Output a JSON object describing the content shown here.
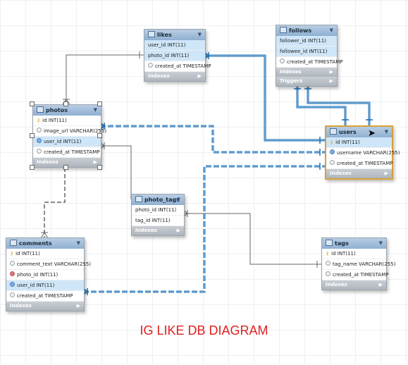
{
  "tables": {
    "likes": {
      "name": "likes",
      "columns": [
        "user_id INT(11)",
        "photo_id INT(11)",
        "created_at TIMESTAMP"
      ],
      "sections": [
        "Indexes"
      ]
    },
    "follows": {
      "name": "follows",
      "columns": [
        "follower_id INT(11)",
        "followee_id INT(11)",
        "created_at TIMESTAMP"
      ],
      "sections": [
        "Indexes",
        "Triggers"
      ]
    },
    "photos": {
      "name": "photos",
      "columns": [
        "id INT(11)",
        "image_url VARCHAR(255)",
        "user_id INT(11)",
        "created_at TIMESTAMP"
      ],
      "sections": [
        "Indexes"
      ]
    },
    "users": {
      "name": "users",
      "columns": [
        "id INT(11)",
        "username VARCHAR(255)",
        "created_at TIMESTAMP"
      ],
      "sections": [
        "Indexes"
      ]
    },
    "photo_tags": {
      "name": "photo_tags",
      "columns": [
        "photo_id INT(11)",
        "tag_id INT(11)"
      ],
      "sections": [
        "Indexes"
      ]
    },
    "comments": {
      "name": "comments",
      "columns": [
        "id INT(11)",
        "comment_text VARCHAR(255)",
        "photo_id INT(11)",
        "user_id INT(11)",
        "created_at TIMESTAMP"
      ],
      "sections": [
        "Indexes"
      ]
    },
    "tags": {
      "name": "tags",
      "columns": [
        "id INT(11)",
        "tag_name VARCHAR(255)",
        "created_at TIMESTAMP"
      ],
      "sections": [
        "Indexes"
      ]
    }
  },
  "caption": "IG LIKE DB DIAGRAM",
  "colors": {
    "link_highlight": "#1f6fb3",
    "link_normal": "#666666",
    "caption": "#e02020",
    "header": "#9bbad9",
    "selected_border": "#d4a23a"
  },
  "icons": {
    "primary_key": "key-icon",
    "column": "column-dot-icon",
    "collapse": "chevron-down-icon",
    "section_expand": "triangle-right-icon",
    "cursor": "mouse-pointer-icon"
  }
}
